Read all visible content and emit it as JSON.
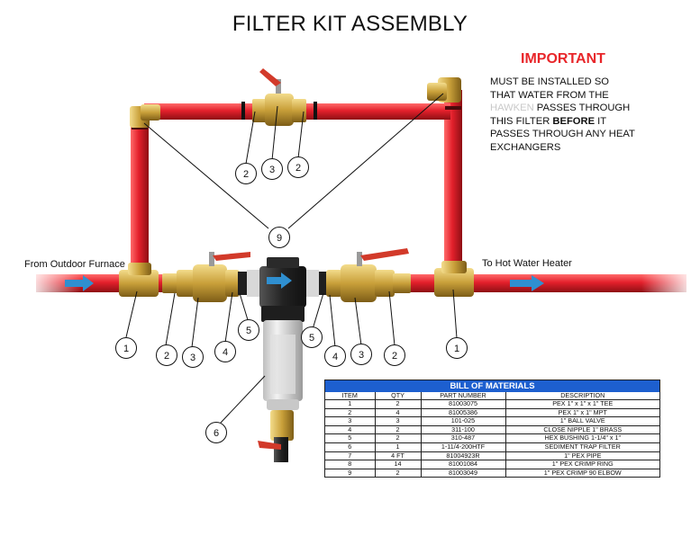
{
  "title": "FILTER KIT ASSEMBLY",
  "important": {
    "heading": "IMPORTANT",
    "lines": [
      {
        "pre": "MUST BE INSTALLED SO",
        "faded": "",
        "bold": "",
        "post": ""
      },
      {
        "pre": "THAT WATER FROM THE",
        "faded": "",
        "bold": "",
        "post": ""
      },
      {
        "pre": "",
        "faded": "HAWKEN",
        "bold": "",
        "post": " PASSES THROUGH"
      },
      {
        "pre": "THIS FILTER ",
        "faded": "",
        "bold": "BEFORE",
        "post": " IT"
      },
      {
        "pre": "PASSES THROUGH ANY HEAT",
        "faded": "",
        "bold": "",
        "post": ""
      },
      {
        "pre": "EXCHANGERS",
        "faded": "",
        "bold": "",
        "post": ""
      }
    ]
  },
  "flow_labels": {
    "inlet": "From Outdoor Furnace",
    "outlet": "To Hot Water Heater"
  },
  "callouts": [
    "2",
    "3",
    "2",
    "9",
    "1",
    "2",
    "3",
    "4",
    "5",
    "5",
    "4",
    "3",
    "2",
    "1",
    "6"
  ],
  "bom": {
    "title": "BILL OF MATERIALS",
    "headers": [
      "ITEM",
      "QTY",
      "PART NUMBER",
      "DESCRIPTION"
    ],
    "rows": [
      [
        "1",
        "2",
        "81003075",
        "PEX 1\" x 1\" x 1\" TEE"
      ],
      [
        "2",
        "4",
        "81005386",
        "PEX 1\" x 1\" MPT"
      ],
      [
        "3",
        "3",
        "101-025",
        "1\" BALL VALVE"
      ],
      [
        "4",
        "2",
        "311-100",
        "CLOSE NIPPLE 1\" BRASS"
      ],
      [
        "5",
        "2",
        "310-487",
        "HEX BUSHING 1-1/4\" x 1\""
      ],
      [
        "6",
        "1",
        "1-11/4-200HTF",
        "SEDIMENT TRAP FILTER"
      ],
      [
        "7",
        "4 FT",
        "81004923R",
        "1\" PEX PIPE"
      ],
      [
        "8",
        "14",
        "81001084",
        "1\" PEX CRIMP RING"
      ],
      [
        "9",
        "2",
        "81003049",
        "1\" PEX CRIMP 90 ELBOW"
      ]
    ]
  },
  "colors": {
    "pipe": "#e3202b",
    "brass": "#c9a03a",
    "valve_handle": "#d23a2a",
    "bom_header": "#1d5fcf",
    "important": "#e8262a",
    "flow_arrow": "#2f8fd0"
  }
}
